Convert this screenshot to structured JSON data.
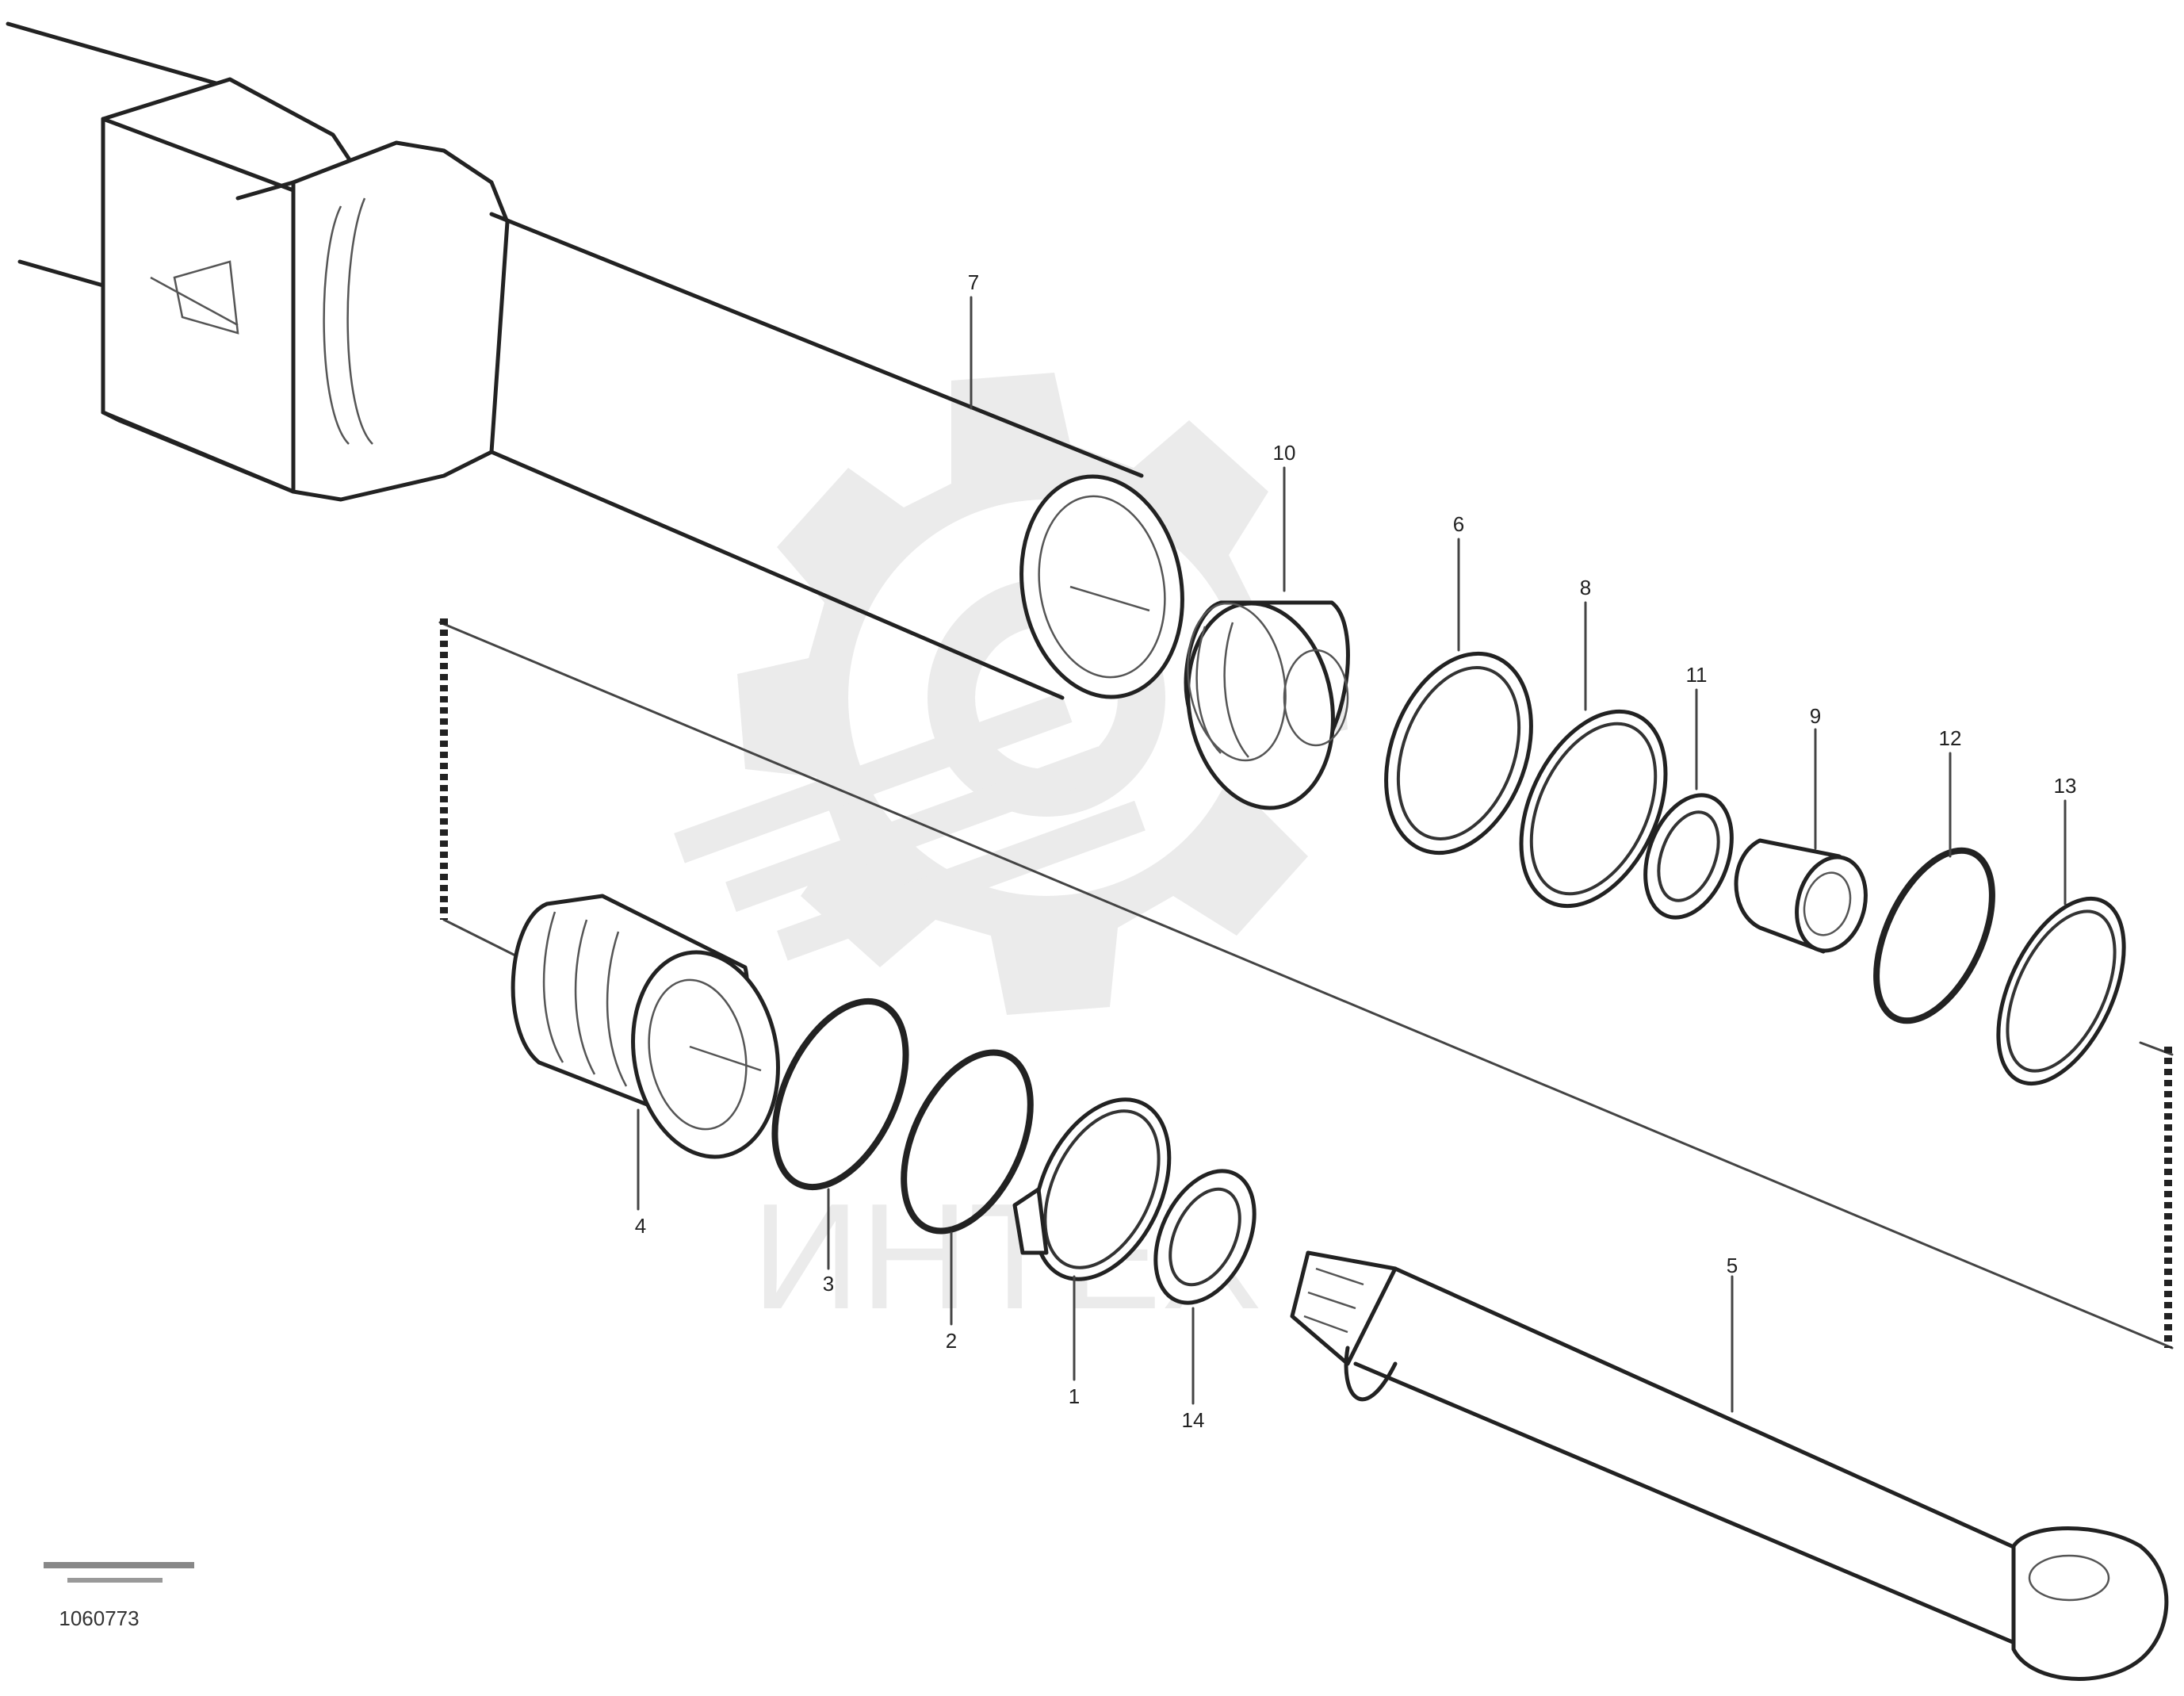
{
  "callouts": [
    {
      "id": "7",
      "text": "7"
    },
    {
      "id": "10",
      "text": "10"
    },
    {
      "id": "6",
      "text": "6"
    },
    {
      "id": "8",
      "text": "8"
    },
    {
      "id": "11",
      "text": "11"
    },
    {
      "id": "9",
      "text": "9"
    },
    {
      "id": "12",
      "text": "12"
    },
    {
      "id": "13",
      "text": "13"
    },
    {
      "id": "4",
      "text": "4"
    },
    {
      "id": "3",
      "text": "3"
    },
    {
      "id": "2",
      "text": "2"
    },
    {
      "id": "1",
      "text": "1"
    },
    {
      "id": "14",
      "text": "14"
    },
    {
      "id": "5",
      "text": "5"
    }
  ],
  "watermark": {
    "text": "ИНТЕХ"
  },
  "footer": {
    "line1": "",
    "line2": "",
    "code": "1060773"
  }
}
